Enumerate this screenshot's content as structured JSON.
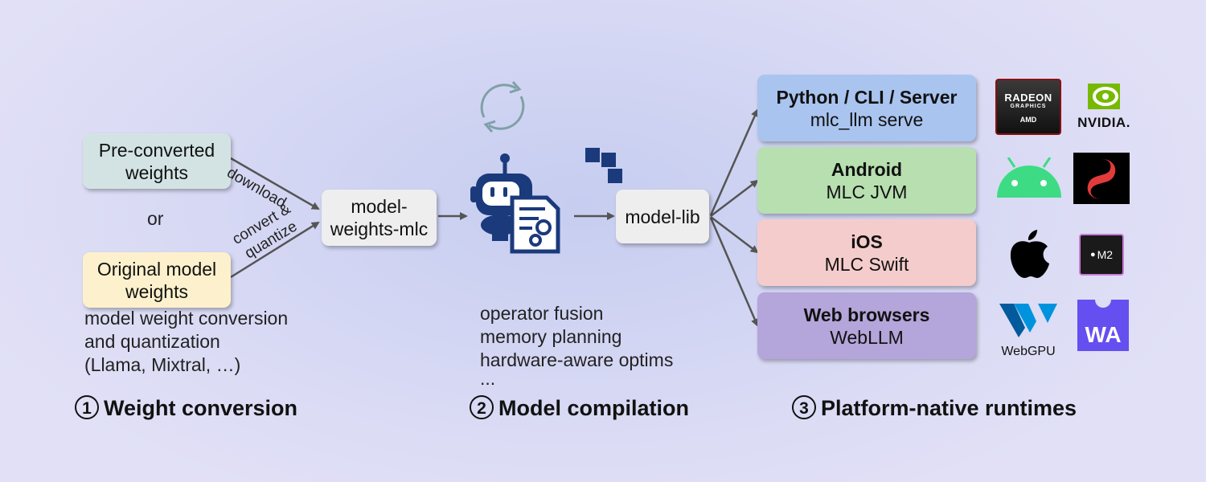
{
  "weights": {
    "preconverted": [
      "Pre-converted",
      "weights"
    ],
    "or": "or",
    "original": [
      "Original model",
      "weights"
    ],
    "download": "download",
    "convert": [
      "convert &",
      "quantize"
    ],
    "description": [
      "model weight conversion",
      "and quantization",
      "(Llama, Mixtral, …)"
    ]
  },
  "weights_mlc": [
    "model-",
    "weights-mlc"
  ],
  "compile": {
    "model_lib": "model-lib",
    "optimizations": [
      "operator fusion",
      "memory planning",
      "hardware-aware optims",
      "..."
    ]
  },
  "runtimes": [
    {
      "title": "Python / CLI / Server",
      "sub": "mlc_llm serve",
      "color": "#a9c4ef"
    },
    {
      "title": "Android",
      "sub": "MLC JVM",
      "color": "#b7dfb0"
    },
    {
      "title": "iOS",
      "sub": "MLC Swift",
      "color": "#f5cccc"
    },
    {
      "title": "Web browsers",
      "sub": "WebLLM",
      "color": "#b4a5da"
    }
  ],
  "logos": {
    "radeon": [
      "RADEON",
      "GRAPHICS",
      "AMD"
    ],
    "nvidia": "NVIDIA.",
    "m2": "M2",
    "webgpu": "WebGPU",
    "wa": "WA"
  },
  "steps": [
    {
      "num": "1",
      "label": "Weight conversion"
    },
    {
      "num": "2",
      "label": "Model compilation"
    },
    {
      "num": "3",
      "label": "Platform-native runtimes"
    }
  ],
  "colors": {
    "preconverted_box": "#d3e3e3",
    "original_box": "#fcf1cc",
    "neutral_box": "#eeeeee",
    "arrow": "#555555",
    "robot": "#1b3a7c"
  }
}
